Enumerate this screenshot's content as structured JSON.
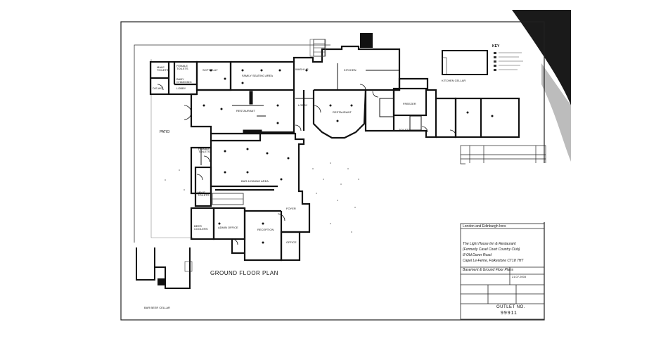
{
  "drawing": {
    "title": "GROUND FLOOR PLAN",
    "rooms": {
      "male_toilets_top": "MALE\nTOILETS",
      "female_toilets_top": "FEMALE\nTOILETS",
      "baby_changing": "BABY\nCHANGING",
      "disabled": "DIS.WC",
      "lobby_left": "LOBBY",
      "soft_play": "SOFT PLAY",
      "family_seating": "FAMILY SEATING AREA",
      "wash_up": "WASH UP",
      "kitchen": "KITCHEN",
      "restaurant_left": "RESTAURANT",
      "restaurant_right": "RESTAURANT",
      "lobby_mid": "LOBBY",
      "freezer": "FREEZER",
      "toilets_right": "TOILETS",
      "patio": "PATIO",
      "female_toilets": "FEMALE\nTOILETS",
      "male_toilets": "MALE\nTOILETS",
      "bar_dining": "BAR & DINING AREA",
      "foyer": "FOYER",
      "beer_coolers": "BEER\nCOOLERS",
      "admin_office": "ADMIN OFFICE",
      "reception": "RECEPTION",
      "office": "OFFICE",
      "kitchen_cellar": "KITCHEN CELLAR",
      "bar_beer_cellar": "BAR BEER CELLAR"
    },
    "key_label": "KEY",
    "title_block": {
      "client": "London and Edinburgh Inns",
      "project_lines": [
        "The Light House Inn & Restaurant",
        "(Formerly Casel Court Country Club)",
        "Ill Old Dover Road",
        "Capel Le-Ferne, Folkestone CT18 7HT"
      ],
      "drawing_title": "Basement & Ground Floor Plans",
      "date": "21.07.2003",
      "outlet_label": "OUTLET NO.",
      "outlet_no": "99911"
    }
  },
  "colors": {
    "ink": "#1a1a1a",
    "paper": "#ffffff",
    "fill": "#2a2a2a"
  }
}
